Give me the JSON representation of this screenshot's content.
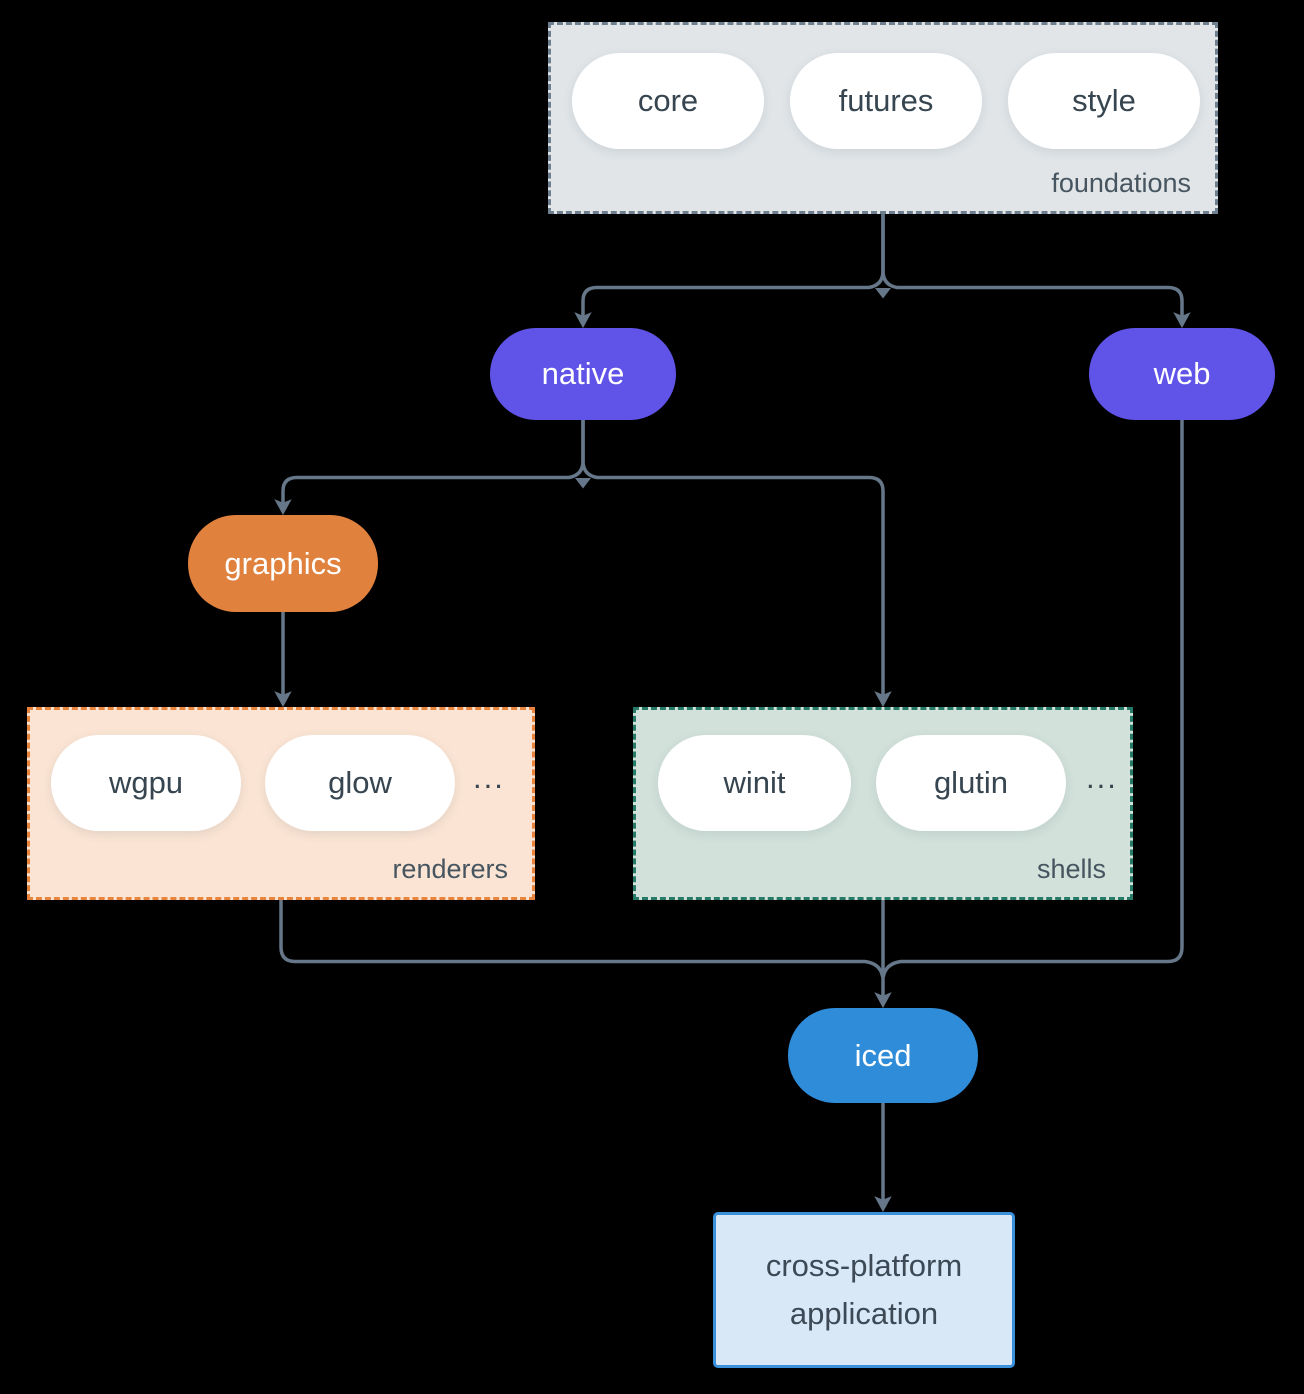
{
  "diagram": {
    "groups": {
      "foundations": {
        "label": "foundations",
        "pills": [
          "core",
          "futures",
          "style"
        ]
      },
      "renderers": {
        "label": "renderers",
        "pills": [
          "wgpu",
          "glow"
        ],
        "ellipsis": "..."
      },
      "shells": {
        "label": "shells",
        "pills": [
          "winit",
          "glutin"
        ],
        "ellipsis": "..."
      }
    },
    "nodes": {
      "native": "native",
      "web": "web",
      "graphics": "graphics",
      "iced": "iced",
      "application": "cross-platform application"
    },
    "colors": {
      "background": "#000000",
      "connector": "#657789",
      "node_purple": "#6053e8",
      "node_orange": "#e0813e",
      "node_blue": "#2f8cd9",
      "foundations_fill": "#e1e5e8",
      "foundations_border": "#6e8090",
      "renderers_fill": "#fbe4d3",
      "renderers_border": "#e8843c",
      "shells_fill": "#d2e1da",
      "shells_border": "#267a67",
      "app_fill": "#d9e8f7",
      "app_border": "#3b90da",
      "pill_fill": "#ffffff",
      "pill_text": "#36454f",
      "label_text": "#46555f"
    }
  }
}
